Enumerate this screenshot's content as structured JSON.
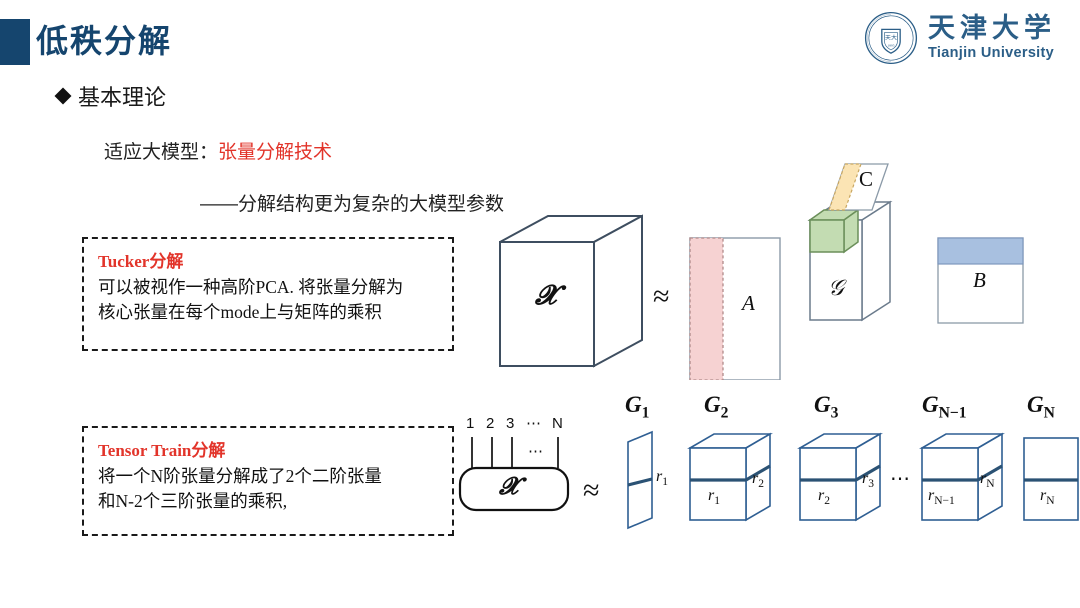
{
  "slide": {
    "title": "低秩分解",
    "accent_color": "#15456e",
    "red_color": "#e2342a"
  },
  "logo": {
    "icon": "tianjin-university-seal-icon",
    "name_cn": "天津大学",
    "name_en": "Tianjin University"
  },
  "bullets": {
    "marker": "◆",
    "section": "基本理论"
  },
  "lines": {
    "adapt_prefix": "适应大模型：",
    "adapt_highlight": "张量分解技术",
    "subtitle": "——分解结构更为复杂的大模型参数"
  },
  "notes": [
    {
      "heading": "Tucker分解",
      "body_line1": "可以被视作一种高阶PCA. 将张量分解为",
      "body_line2": "核心张量在每个mode上与矩阵的乘积"
    },
    {
      "heading": "Tensor Train分解",
      "body_line1": "将一个N阶张量分解成了2个二阶张量",
      "body_line2": "和N-2个三阶张量的乘积,"
    }
  ],
  "tucker_figure": {
    "tensor_label": "𝓧",
    "approx": "≈",
    "factor_a": "A",
    "core": "𝒢",
    "factor_b": "B",
    "factor_c": "C",
    "strip_colors": {
      "a_strip": "#f6d2d2",
      "core_cube": "#c3dcb2",
      "b_strip": "#a8c0e0",
      "c_strip": "#fbe4b4"
    },
    "outline_color": "#3e4e60"
  },
  "tt_figure": {
    "tensor_label": "𝓧",
    "approx": "≈",
    "leg_labels": [
      "1",
      "2",
      "3",
      "⋯",
      "N"
    ],
    "inner_dots": "⋯",
    "mid_dots": "⋯",
    "cores": [
      {
        "name": "G",
        "sub": "1",
        "rank_left": "",
        "rank_right": "r₁"
      },
      {
        "name": "G",
        "sub": "2",
        "rank_left": "r₁",
        "rank_right": "r₂"
      },
      {
        "name": "G",
        "sub": "3",
        "rank_left": "r₂",
        "rank_right": "r₃"
      },
      {
        "name": "G",
        "sub": "N−1",
        "rank_left": "r_{N−1}",
        "rank_right": "r_N"
      },
      {
        "name": "G",
        "sub": "N",
        "rank_left": "r_N",
        "rank_right": ""
      }
    ],
    "labels": {
      "g1": "G",
      "g1_sub": "1",
      "g2": "G",
      "g2_sub": "2",
      "g3": "G",
      "g3_sub": "3",
      "gn1": "G",
      "gn1_sub": "N−1",
      "gn": "G",
      "gn_sub": "N",
      "r1_a": "r",
      "r1_a_sub": "1",
      "r1_b": "r",
      "r1_b_sub": "1",
      "r2_a": "r",
      "r2_a_sub": "2",
      "r2_b": "r",
      "r2_b_sub": "2",
      "r3": "r",
      "r3_sub": "3",
      "rn1": "r",
      "rn1_sub": "N−1",
      "rn_a": "r",
      "rn_a_sub": "N",
      "rn_b": "r",
      "rn_b_sub": "N"
    },
    "outline_color": "#2f5f93"
  }
}
